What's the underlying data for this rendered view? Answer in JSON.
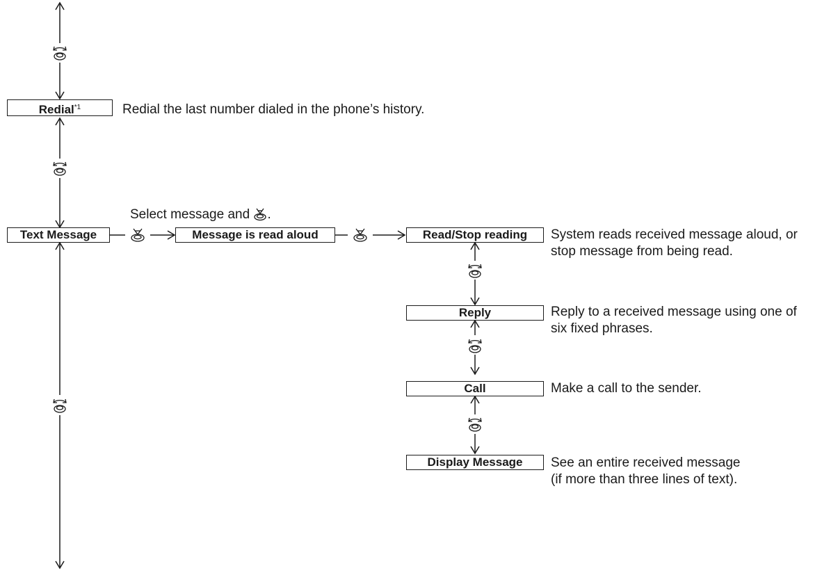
{
  "nodes": {
    "redial": "Redial",
    "redial_note": "*1",
    "text_message": "Text Message",
    "message_read_aloud": "Message is read aloud",
    "read_stop": "Read/Stop reading",
    "reply": "Reply",
    "call": "Call",
    "display_message": "Display Message"
  },
  "descriptions": {
    "redial": "Redial the last number dialed in the phone’s history.",
    "select_prefix": "Select message and",
    "select_suffix": ".",
    "read_stop_line1": "System reads received message aloud, or",
    "read_stop_line2": "stop message from being read.",
    "reply_line1": "Reply to a received message using one of",
    "reply_line2": "six fixed phrases.",
    "call": "Make a call to the sender.",
    "display_line1": "See an entire received message",
    "display_line2": "(if more than three lines of text)."
  },
  "icons": {
    "rotate": "interface-dial-rotate-icon",
    "press": "interface-dial-press-icon"
  }
}
